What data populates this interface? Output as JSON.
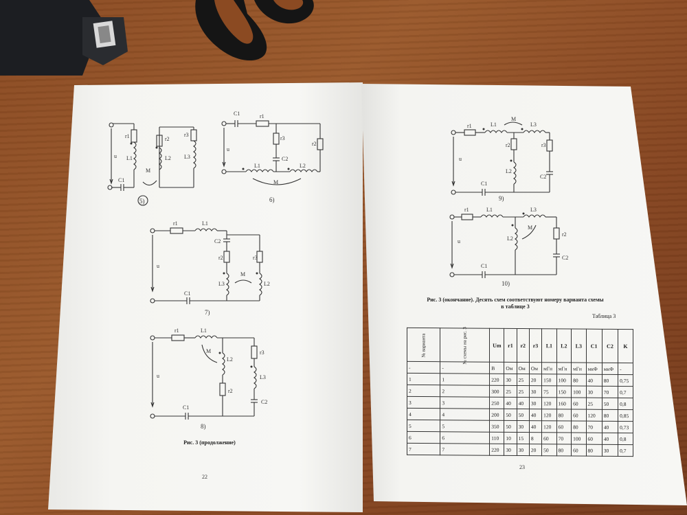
{
  "pages": {
    "left": {
      "diagram_labels": {
        "d5": "5)",
        "d6": "6)",
        "d7": "7)",
        "d8": "8)"
      },
      "caption": "Рис. 3 (продолжение)",
      "page_number": "22"
    },
    "right": {
      "diagram_labels": {
        "d9": "9)",
        "d10": "10)"
      },
      "caption_line1": "Рис. 3 (окончание). Десять схем соответствуют номеру варианта схемы",
      "caption_line2": "в таблице 3",
      "table_title": "Таблица 3",
      "page_number": "23"
    }
  },
  "table": {
    "headers": [
      "№ варианта",
      "№ схемы на рис. 3",
      "Um",
      "r1",
      "r2",
      "r3",
      "L1",
      "L2",
      "L3",
      "C1",
      "C2",
      "K"
    ],
    "units": [
      "-",
      "-",
      "В",
      "Ом",
      "Ом",
      "Ом",
      "мГн",
      "мГн",
      "мГн",
      "мкФ",
      "мкФ",
      "-"
    ],
    "rows": [
      [
        "1",
        "1",
        "220",
        "30",
        "25",
        "20",
        "150",
        "100",
        "80",
        "40",
        "80",
        "0,75"
      ],
      [
        "2",
        "2",
        "300",
        "25",
        "25",
        "30",
        "75",
        "150",
        "100",
        "30",
        "70",
        "0,7"
      ],
      [
        "3",
        "3",
        "250",
        "40",
        "40",
        "30",
        "120",
        "160",
        "60",
        "25",
        "50",
        "0,8"
      ],
      [
        "4",
        "4",
        "200",
        "50",
        "50",
        "40",
        "120",
        "80",
        "60",
        "120",
        "80",
        "0,85"
      ],
      [
        "5",
        "5",
        "350",
        "50",
        "30",
        "40",
        "120",
        "60",
        "80",
        "70",
        "40",
        "0,73"
      ],
      [
        "6",
        "6",
        "110",
        "10",
        "15",
        "8",
        "60",
        "70",
        "100",
        "60",
        "40",
        "0,8"
      ],
      [
        "7",
        "7",
        "220",
        "30",
        "30",
        "20",
        "50",
        "80",
        "60",
        "80",
        "30",
        "0,7"
      ]
    ]
  },
  "circuit_labels": {
    "u": "u",
    "M": "M",
    "r1": "r1",
    "r2": "r2",
    "r3": "r3",
    "L1": "L1",
    "L2": "L2",
    "L3": "L3",
    "C1": "C1",
    "C2": "C2"
  }
}
